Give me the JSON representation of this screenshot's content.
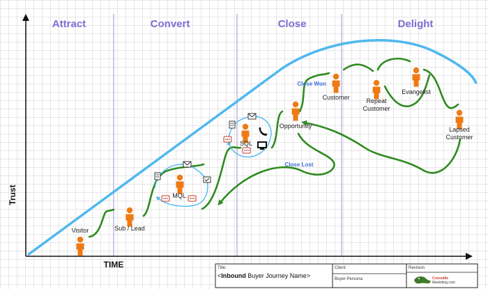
{
  "stages": [
    "Attract",
    "Convert",
    "Close",
    "Delight"
  ],
  "axes": {
    "y": "Trust",
    "x": "TIME"
  },
  "nodes": {
    "visitor": "Visitor",
    "sub_lead": "Sub / Lead",
    "mql": "MQL",
    "sql": "SQL",
    "opportunity": "Opportunity",
    "customer": "Customer",
    "repeat_customer": [
      "Repeat",
      "Customer"
    ],
    "evangelist": "Evangelist",
    "lapsed_customer": [
      "Lapsed",
      "Customer"
    ]
  },
  "notes": {
    "close_won": "Close Won",
    "close_lost": "Close Lost"
  },
  "title_block": {
    "title_label": "Title:",
    "title_value_bold": "Inbound",
    "title_value_rest": " Buyer Journey Name>",
    "title_prefix": "<",
    "client_label": "Client:",
    "buyer_persona_label": "Buyer Persona:",
    "revision_label": "Revision",
    "logo_text": [
      "Crocodile",
      "Marketing.com"
    ]
  },
  "colors": {
    "curve": "#4fb8ee",
    "path": "#2f8a1f",
    "person": "#ef7a14",
    "stage_text": "#7b6fd6",
    "divider": "#aaa6de",
    "note": "#3a6fd8"
  },
  "icons": [
    "person-icon",
    "email-icon",
    "phone-icon",
    "doc-icon",
    "chat-icon",
    "computer-icon",
    "checklist-icon"
  ]
}
